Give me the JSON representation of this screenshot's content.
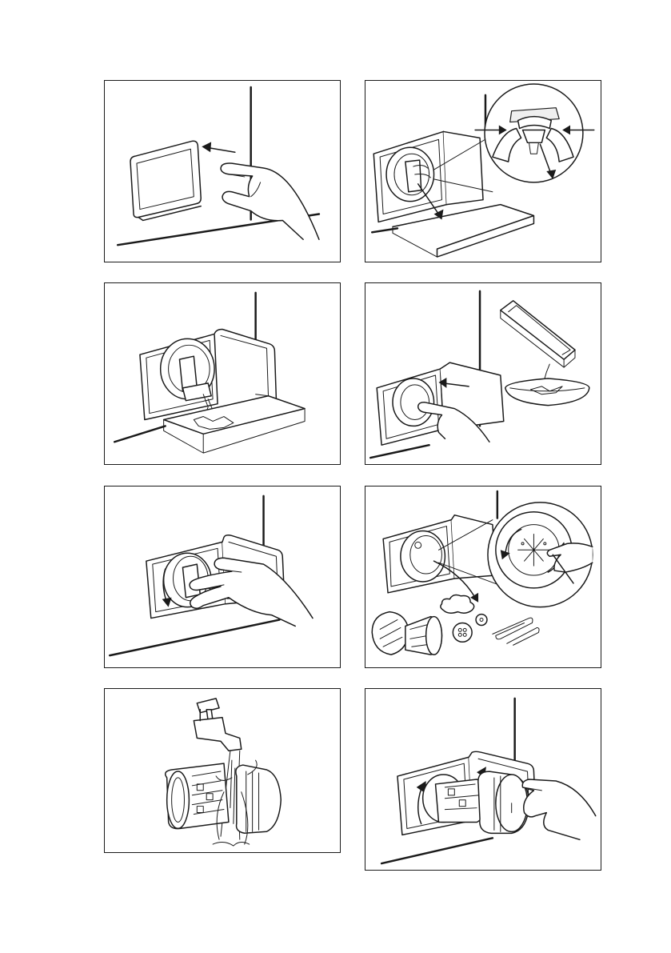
{
  "figures": [
    {
      "id": "step-1",
      "icon": "open-service-flap"
    },
    {
      "id": "step-2",
      "icon": "pull-emergency-drain-hose"
    },
    {
      "id": "step-3",
      "icon": "drain-water-into-tray"
    },
    {
      "id": "step-4",
      "icon": "empty-tray-and-push-hose-back"
    },
    {
      "id": "step-5",
      "icon": "unscrew-drain-filter"
    },
    {
      "id": "step-6",
      "icon": "remove-fluff-and-objects"
    },
    {
      "id": "step-7",
      "icon": "rinse-filter-under-tap"
    },
    {
      "id": "step-8",
      "icon": "screw-filter-back"
    }
  ],
  "colors": {
    "line": "#1a1a1a",
    "background": "#ffffff"
  }
}
